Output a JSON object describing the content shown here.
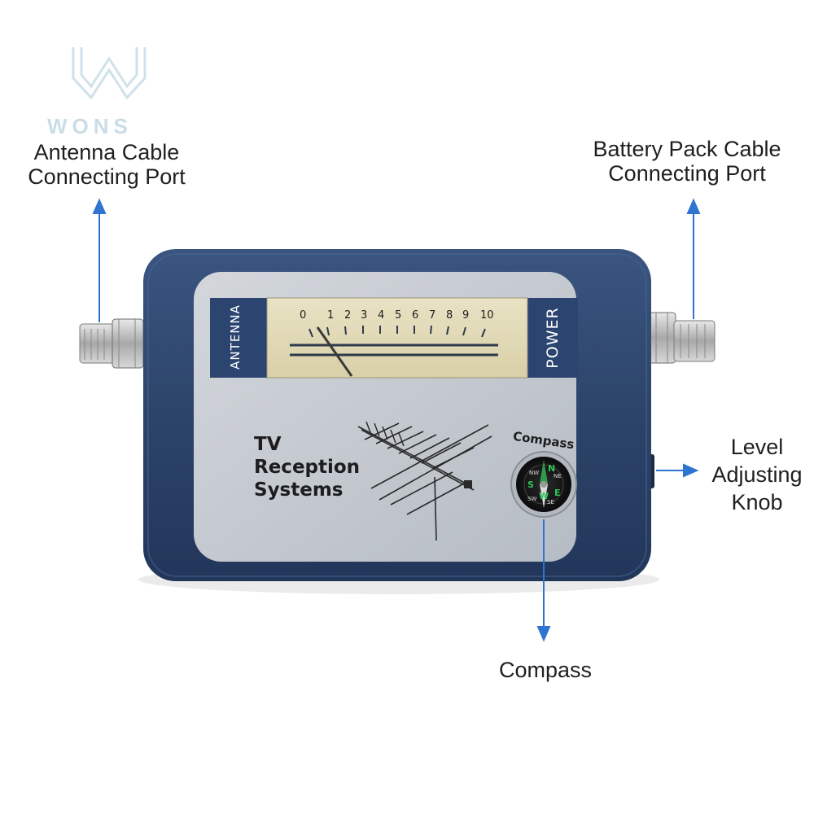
{
  "watermark": {
    "brand": "WONS"
  },
  "callouts": {
    "antenna_port": [
      "Antenna Cable",
      "Connecting Port"
    ],
    "battery_port": [
      "Battery Pack Cable",
      "Connecting Port"
    ],
    "level_knob": [
      "Level",
      "Adjusting",
      "Knob"
    ],
    "compass": [
      "Compass"
    ]
  },
  "device": {
    "panel_left_label": "ANTENNA",
    "panel_right_label": "POWER",
    "meter_scale": [
      "0",
      "1",
      "2",
      "3",
      "4",
      "5",
      "6",
      "7",
      "8",
      "9",
      "10"
    ],
    "title_lines": [
      "TV",
      "Reception",
      "Systems"
    ],
    "compass_label": "Compass",
    "compass_points": [
      "N",
      "E",
      "S",
      "W",
      "NE",
      "SE",
      "SW",
      "NW"
    ]
  },
  "colors": {
    "housing": "#2e4569",
    "face_silver": "#c4c9d0",
    "meter_face": "#e7dfbd",
    "arrow_blue": "#2f74d0"
  }
}
